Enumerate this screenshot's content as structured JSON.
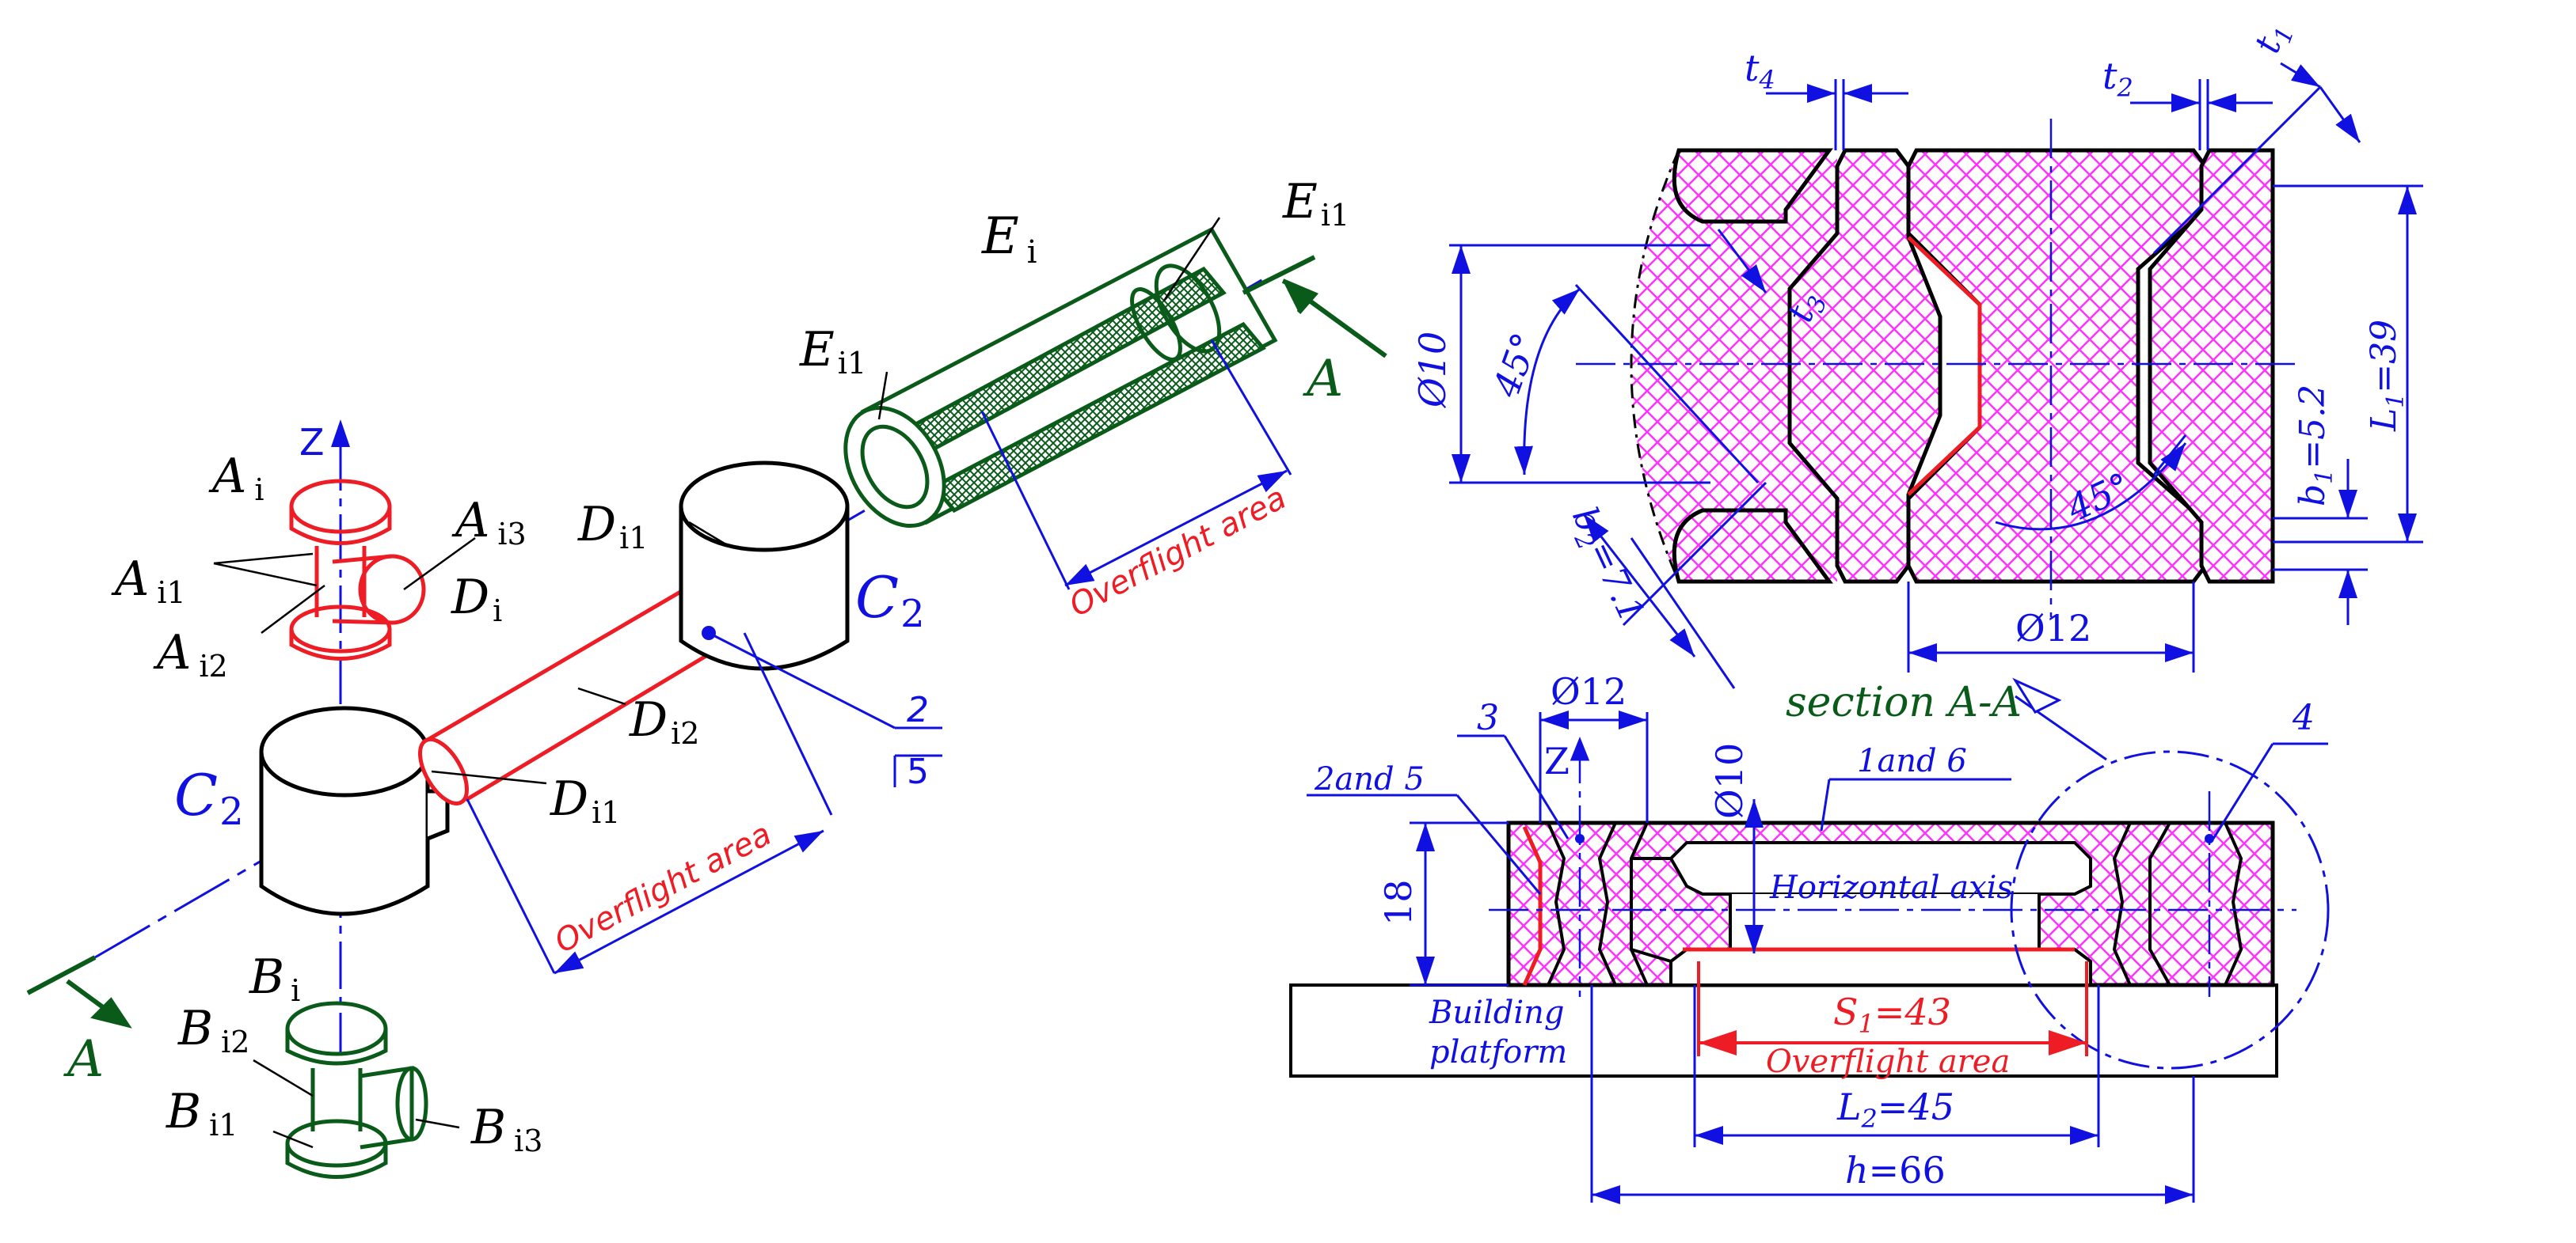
{
  "colors": {
    "black": "#000000",
    "blue": "#1010e0",
    "red": "#ee1c24",
    "green": "#0a5a1a",
    "hatch": "#ff33ff"
  },
  "left": {
    "z_axis": "Z",
    "A_i": "A",
    "A_i_sub": "i",
    "A_i3": "A",
    "A_i3_sub": "i3",
    "A_i1": "A",
    "A_i1_sub": "i1",
    "A_i2": "A",
    "A_i2_sub": "i2",
    "D_i": "D",
    "D_i_sub": "i",
    "D_i1_top": "D",
    "D_i1_top_sub": "i1",
    "D_i2": "D",
    "D_i2_sub": "i2",
    "D_i1_bot": "D",
    "D_i1_bot_sub": "i1",
    "C2_left": "C",
    "C2_left_sub": "2",
    "C2_right": "C",
    "C2_right_sub": "2",
    "E_i": "E",
    "E_i_sub": "i",
    "E_i1_top": "E",
    "E_i1_top_sub": "i1",
    "E_i1_mid": "E",
    "E_i1_mid_sub": "i1",
    "A_section_top": "A",
    "A_section_bot": "A",
    "frac_num": "2",
    "frac_den": "5",
    "overflight_1": "Overflight area",
    "overflight_2": "Overflight area",
    "B_i": "B",
    "B_i_sub": "i",
    "B_i2": "B",
    "B_i2_sub": "i2",
    "B_i1": "B",
    "B_i1_sub": "i1",
    "B_i3": "B",
    "B_i3_sub": "i3"
  },
  "right_top": {
    "t4": "t",
    "t4_sub": "4",
    "t2": "t",
    "t2_sub": "2",
    "t1": "t",
    "t1_sub": "1",
    "t3": "t",
    "t3_sub": "3",
    "dia10": "Ø10",
    "angle_left": "45°",
    "angle_right": "45°",
    "b2": "b",
    "b2_sub": "2",
    "b2_val": "=7.1",
    "b1": "b",
    "b1_sub": "1",
    "b1_val": "=5.2",
    "L1": "L",
    "L1_sub": "1",
    "L1_val": "=39",
    "dia12": "Ø12"
  },
  "right_bottom": {
    "section_label": "section A-A",
    "dia12": "Ø12",
    "label_3": "3",
    "label_4": "4",
    "z": "Z",
    "dia10": "Ø10",
    "label_2and5": "2and 5",
    "label_1and6": "1and 6",
    "horizontal_axis": "Horizontal axis",
    "dim_18": "18",
    "building_platform_1": "Building",
    "building_platform_2": "platform",
    "S1": "S",
    "S1_sub": "1",
    "S1_val": "=43",
    "overflight": "Overflight area",
    "L2": "L",
    "L2_sub": "2",
    "L2_val": "=45",
    "h": "h",
    "h_val": "=66"
  }
}
